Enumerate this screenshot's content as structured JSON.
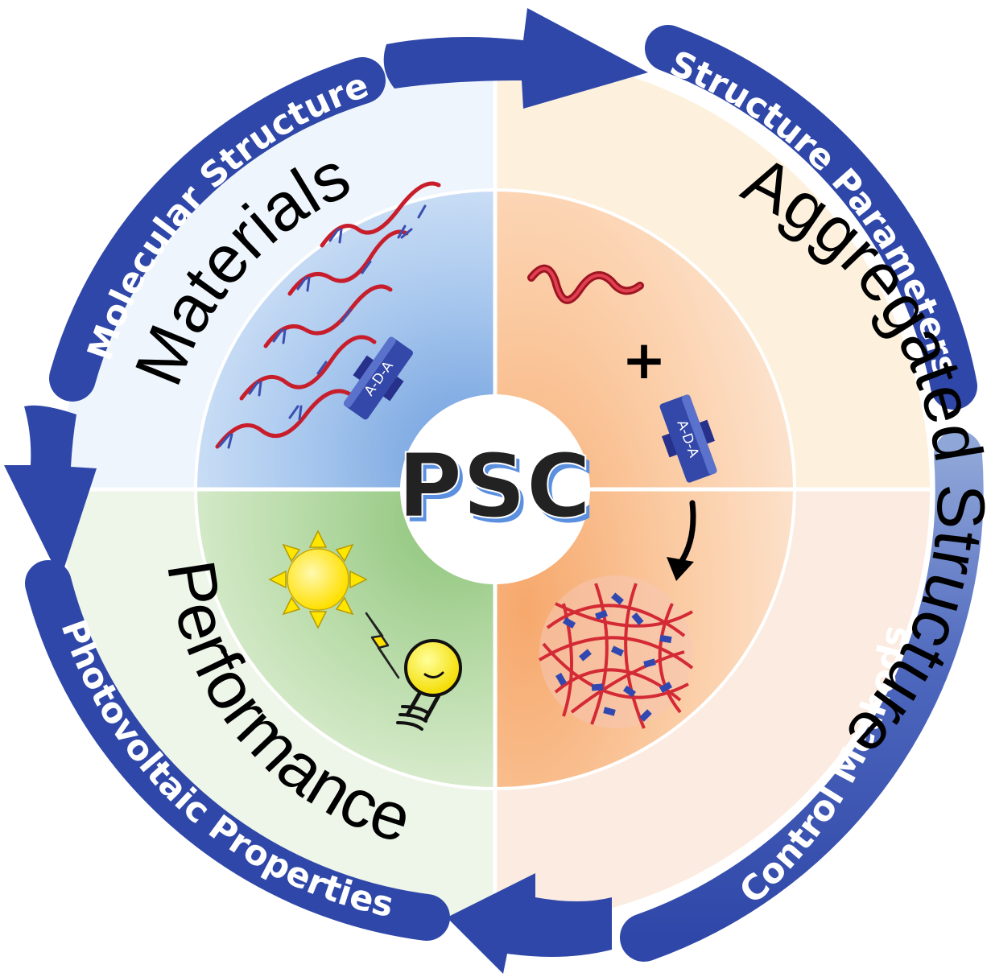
{
  "center": {
    "label": "PSC",
    "letter_colors": [
      "#222222",
      "#222222",
      "#1c1c1c"
    ],
    "accent_color": "#5b8fe0"
  },
  "quadrants": {
    "materials": "Materials",
    "aggregated": "Aggregated Structure",
    "performance": "Performance"
  },
  "arc_labels": {
    "molecular_structure": "Molecular Structure",
    "structure_parameters": "Structure Parameters",
    "control_methods": "Control Methods",
    "photovoltaic_properties": "Photovoltaic Properties"
  },
  "molecules": {
    "acceptor_materials": "A-D-A",
    "acceptor_aggregated": "A-D-A",
    "plus": "+"
  },
  "colors": {
    "ring_blue": "#2f47a8",
    "ring_blue_light": "#8fa6d8",
    "polymer_red": "#c81e2c",
    "sun_yellow": "#ffe600",
    "bulb_yellow": "#ffee00"
  },
  "icons": [
    "cycle-arrow-icon",
    "polymer-chain-icon",
    "acceptor-molecule-icon",
    "sun-icon",
    "lightning-bolt-icon",
    "light-bulb-icon",
    "blend-network-icon",
    "down-arrow-icon"
  ]
}
